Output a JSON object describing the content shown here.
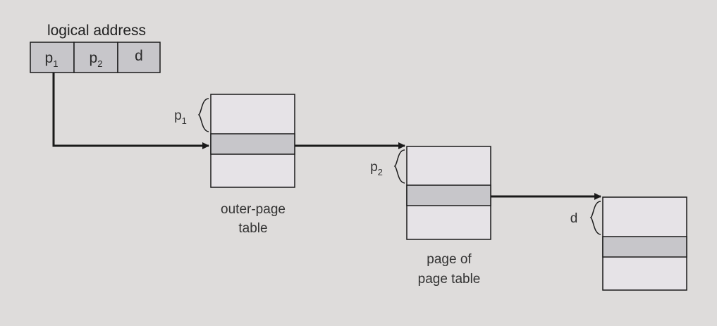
{
  "logical_address": {
    "title": "logical address",
    "fields": [
      {
        "base": "p",
        "sub": "1"
      },
      {
        "base": "p",
        "sub": "2"
      },
      {
        "base": "d",
        "sub": ""
      }
    ]
  },
  "outer_page_table": {
    "caption_line1": "outer-page",
    "caption_line2": "table",
    "offset_label": {
      "base": "p",
      "sub": "1"
    }
  },
  "page_of_page_table": {
    "caption_line1": "page of",
    "caption_line2": "page table",
    "offset_label": {
      "base": "p",
      "sub": "2"
    }
  },
  "memory_page": {
    "offset_label": {
      "base": "d",
      "sub": ""
    }
  },
  "colors": {
    "background": "#dedcdb",
    "box_fill": "#e6e3e7",
    "highlight_fill": "#c7c6ca",
    "stroke": "#1a1a1a"
  }
}
